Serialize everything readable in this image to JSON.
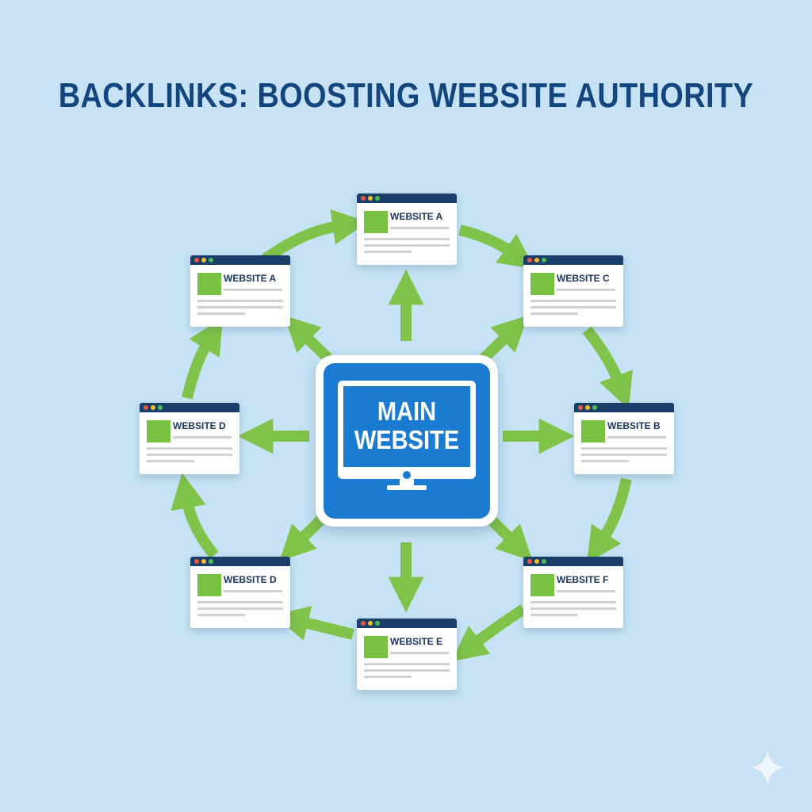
{
  "title": "BACKLINKS: BOOSTING WEBSITE AUTHORITY",
  "main_label": "MAIN\nWEBSITE",
  "colors": {
    "background": "#c6e2f4",
    "title": "#13467f",
    "arrow": "#7fc34a",
    "main_blue": "#1a7bd0",
    "card_bar": "#1b3f6b",
    "card_thumb": "#79c143"
  },
  "websites": [
    {
      "id": "top",
      "label": "WEBSITE A"
    },
    {
      "id": "upper-left",
      "label": "WEBSITE A"
    },
    {
      "id": "upper-right",
      "label": "WEBSITE C"
    },
    {
      "id": "left",
      "label": "WEBSITE D"
    },
    {
      "id": "right",
      "label": "WEBSITE B"
    },
    {
      "id": "lower-left",
      "label": "WEBSITE D"
    },
    {
      "id": "lower-right",
      "label": "WEBSITE F"
    },
    {
      "id": "bottom",
      "label": "WEBSITE E"
    }
  ],
  "icons": [
    "monitor-icon",
    "sparkle-icon",
    "browser-dots-icon"
  ]
}
